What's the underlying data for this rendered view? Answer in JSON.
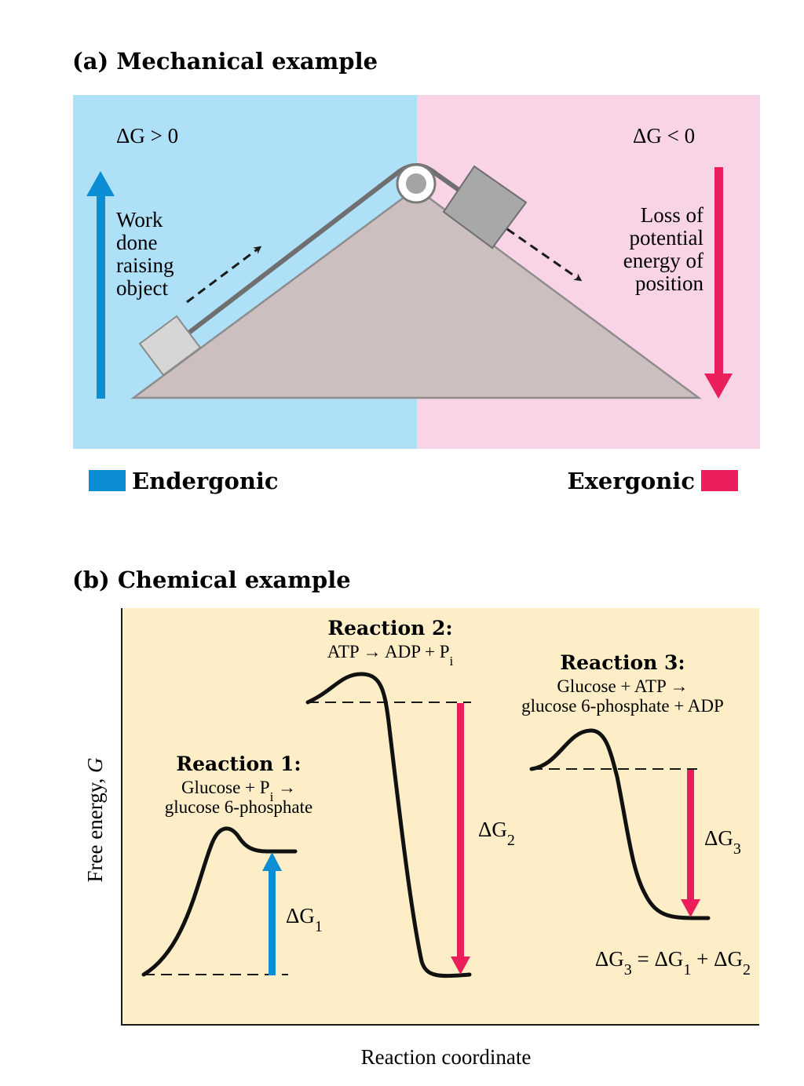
{
  "panel_a": {
    "title": "(a) Mechanical example",
    "left_sign": "ΔG > 0",
    "right_sign": "ΔG < 0",
    "left_text": [
      "Work",
      "done",
      "raising",
      "object"
    ],
    "right_text": [
      "Loss of",
      "potential",
      "energy of",
      "position"
    ],
    "legend_left": "Endergonic",
    "legend_right": "Exergonic",
    "colors": {
      "left_bg": "#aee0f8",
      "right_bg": "#f8d4e6",
      "blue": "#0c8ed4",
      "red": "#e91e5a",
      "slope": "#cdbfbf",
      "block": "#a8a8a8"
    }
  },
  "panel_b": {
    "title": "(b) Chemical example",
    "y_label": "Free energy, G",
    "x_label": "Reaction coordinate",
    "bg": "#fdeec8",
    "reaction1": {
      "title": "Reaction 1:",
      "line1": "Glucose + P",
      "line1_sub": "i",
      "line1_end": " →",
      "line2": "glucose 6-phosphate",
      "delta": "ΔG",
      "delta_sub": "1"
    },
    "reaction2": {
      "title": "Reaction 2:",
      "line1": "ATP → ADP + P",
      "line1_sub": "i",
      "delta": "ΔG",
      "delta_sub": "2"
    },
    "reaction3": {
      "title": "Reaction 3:",
      "line1": "Glucose + ATP →",
      "line2": "glucose 6-phosphate + ADP",
      "delta": "ΔG",
      "delta_sub": "3"
    },
    "sum_eq": {
      "g": "ΔG",
      "s3": "3",
      "eq": " = ",
      "s1": "1",
      "plus": " + ",
      "s2": "2"
    }
  }
}
